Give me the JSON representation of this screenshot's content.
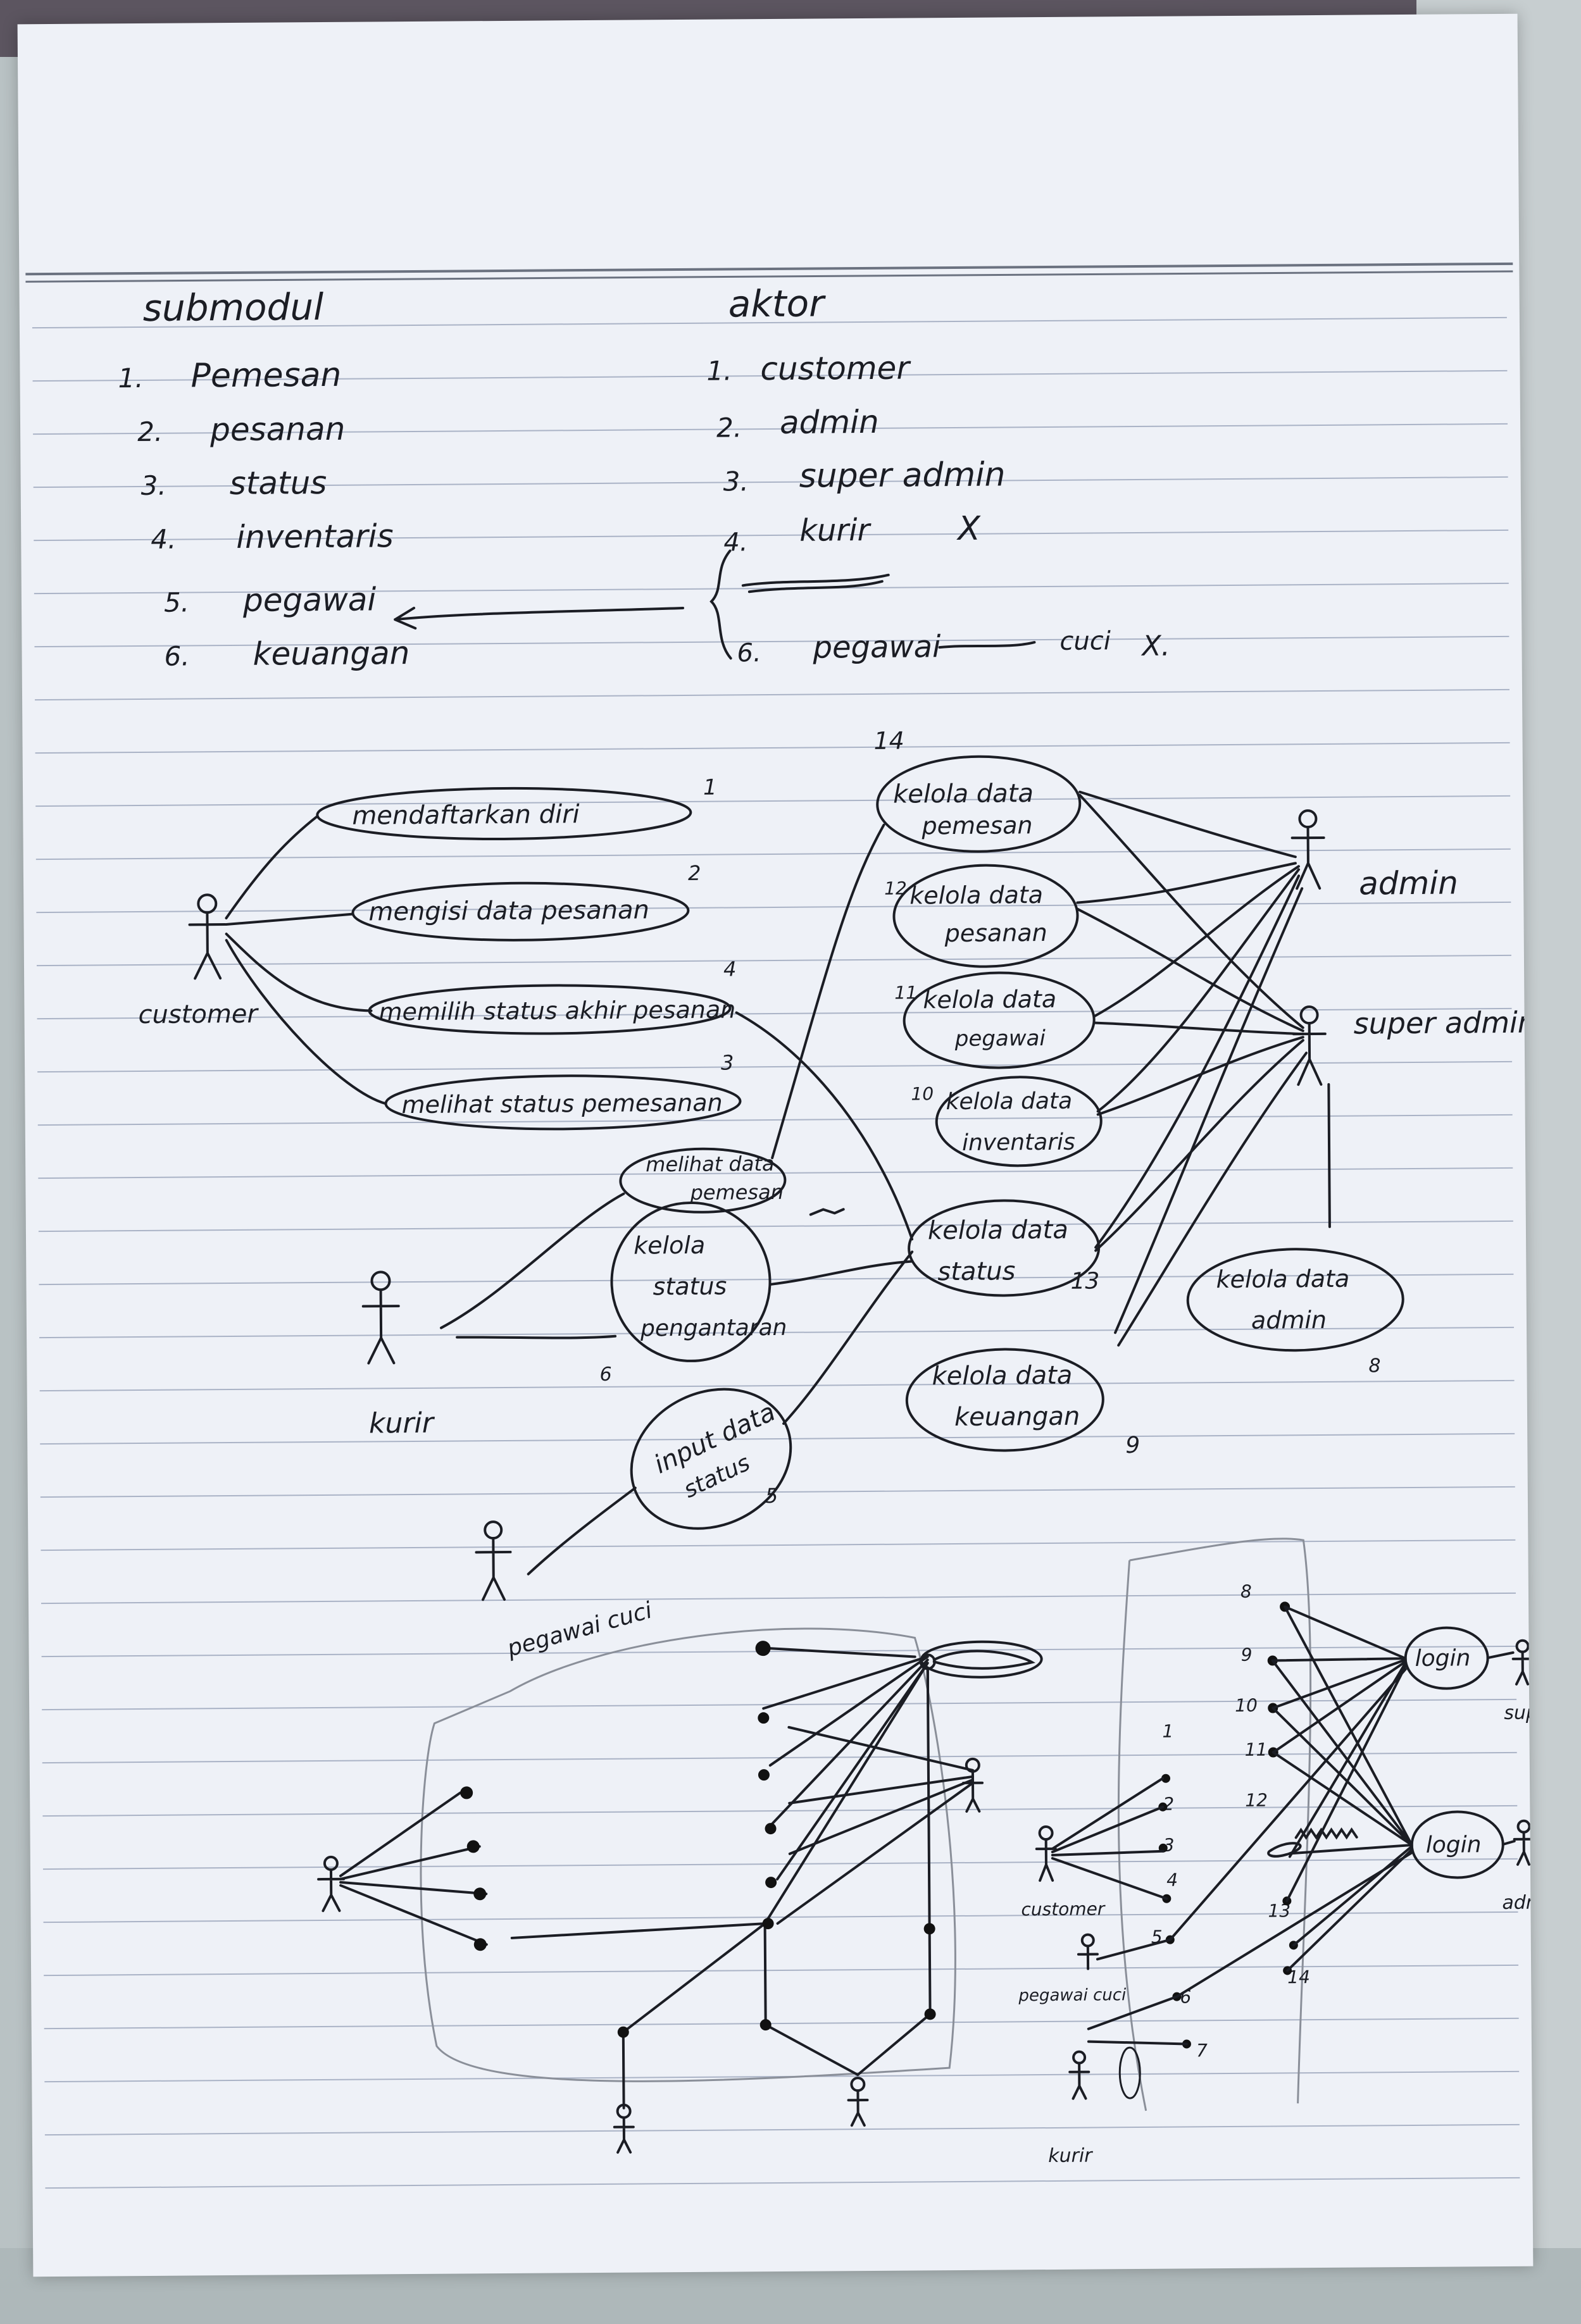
{
  "left_heading": "submodul",
  "right_heading": "aktor",
  "submodules": [
    {
      "num": "1.",
      "label": "Pemesan"
    },
    {
      "num": "2.",
      "label": "pesanan"
    },
    {
      "num": "3.",
      "label": "status"
    },
    {
      "num": "4.",
      "label": "inventaris"
    },
    {
      "num": "5.",
      "label": "pegawai"
    },
    {
      "num": "6.",
      "label": "keuangan"
    }
  ],
  "actors_list": [
    {
      "num": "1.",
      "label": "customer"
    },
    {
      "num": "2.",
      "label": "admin"
    },
    {
      "num": "3.",
      "label": "super admin"
    },
    {
      "num": "4.",
      "label": "kurir",
      "mark": "X"
    },
    {
      "num": "6.",
      "label": "pegawai",
      "suffix": "cuci",
      "mark": "X."
    }
  ],
  "usecases": [
    {
      "label": "mendaftarkan diri",
      "num": "1"
    },
    {
      "label": "mengisi data pesanan",
      "num": "2"
    },
    {
      "label": "memilih status akhir pesanan",
      "num": "4"
    },
    {
      "label": "melihat status pemesanan",
      "num": "3"
    },
    {
      "label": "melihat data",
      "label2": "pemesan"
    },
    {
      "label": "kelola",
      "label2": "status",
      "label3": "pengantaran",
      "num": "6"
    },
    {
      "label": "input data",
      "label2": "status",
      "num": "5"
    },
    {
      "label": "kelola data",
      "label2": "pemesan",
      "num": "14"
    },
    {
      "label": "kelola data",
      "label2": "pesanan",
      "num": "12"
    },
    {
      "label": "kelola data",
      "label2": "pegawai",
      "num": "11"
    },
    {
      "label": "kelola data",
      "label2": "inventaris",
      "num": "10"
    },
    {
      "label": "kelola data",
      "label2": "status",
      "num": "13"
    },
    {
      "label": "kelola data",
      "label2": "keuangan",
      "num": "9"
    },
    {
      "label": "kelola data",
      "label2": "admin",
      "num": "8"
    }
  ],
  "actors": {
    "customer": "customer",
    "admin": "admin",
    "super_admin": "super admin",
    "kurir": "kurir",
    "pegawai_cuci": "pegawai cuci"
  },
  "sketch": {
    "login_1": "login",
    "login_2": "login",
    "actor_super": "supe",
    "actor_admin": "adm",
    "actor_customer": "customer",
    "actor_pegawai": "pegawai cuci",
    "actor_kurir": "kurir",
    "numbers": [
      "8",
      "9",
      "10",
      "11",
      "12",
      "1",
      "2",
      "3",
      "4",
      "5",
      "6",
      "7",
      "13",
      "14"
    ]
  }
}
